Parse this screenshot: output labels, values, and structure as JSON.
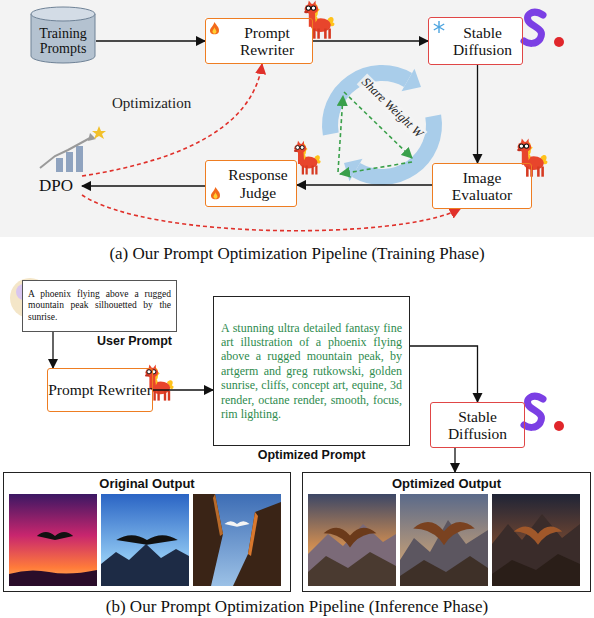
{
  "diagram": {
    "nodes": [
      {
        "text": [
          "Training Prompts"
        ]
      },
      {
        "text": [
          "Prompt Rewriter"
        ]
      },
      {
        "text": [
          "Stable Diffusion"
        ]
      },
      {
        "text": [
          "Image Evaluator"
        ]
      },
      {
        "text": [
          "Response Judge"
        ]
      },
      {
        "text": [
          "DPO"
        ]
      },
      {
        "text": [
          "A phoenix flying above a rugged mountain peak silhouetted by the sunrise.",
          "User Prompt"
        ]
      },
      {
        "text": [
          "Prompt Rewriter"
        ]
      },
      {
        "text": [
          "A stunning ultra detailed fantasy fine art illustration of a phoenix flying above a rugged mountain peak, by artgerm and greg rutkowski, golden sunrise, cliffs, concept art, equine, 3d render, octane render, smooth, focus, rim lighting.",
          "Optimized Prompt"
        ]
      },
      {
        "text": [
          "Stable Diffusion"
        ]
      },
      {
        "text": [
          "Original Output"
        ]
      },
      {
        "text": [
          "Optimized Output"
        ]
      }
    ],
    "edges": [
      {
        "from": 0,
        "to": 1,
        "arrow": "to"
      },
      {
        "from": 1,
        "to": 2,
        "arrow": "to"
      },
      {
        "from": 2,
        "to": 3,
        "arrow": "to"
      },
      {
        "from": 3,
        "to": 4,
        "arrow": "to"
      },
      {
        "from": 4,
        "to": 5,
        "arrow": "to"
      },
      {
        "from": 5,
        "to": 1,
        "label": "Optimization",
        "arrow": "to"
      },
      {
        "from": 5,
        "to": 3,
        "arrow": "to"
      },
      {
        "from": 6,
        "to": 7,
        "arrow": "to"
      },
      {
        "from": 7,
        "to": 8,
        "arrow": "to"
      },
      {
        "from": 8,
        "to": 9,
        "arrow": "to"
      },
      {
        "from": 9,
        "to": 11,
        "arrow": "to"
      }
    ],
    "labels": [
      "Share Weight W",
      "(a) Our Prompt Optimization Pipeline (Training Phase)",
      "(b) Our Prompt Optimization Pipeline (Inference Phase)"
    ]
  }
}
